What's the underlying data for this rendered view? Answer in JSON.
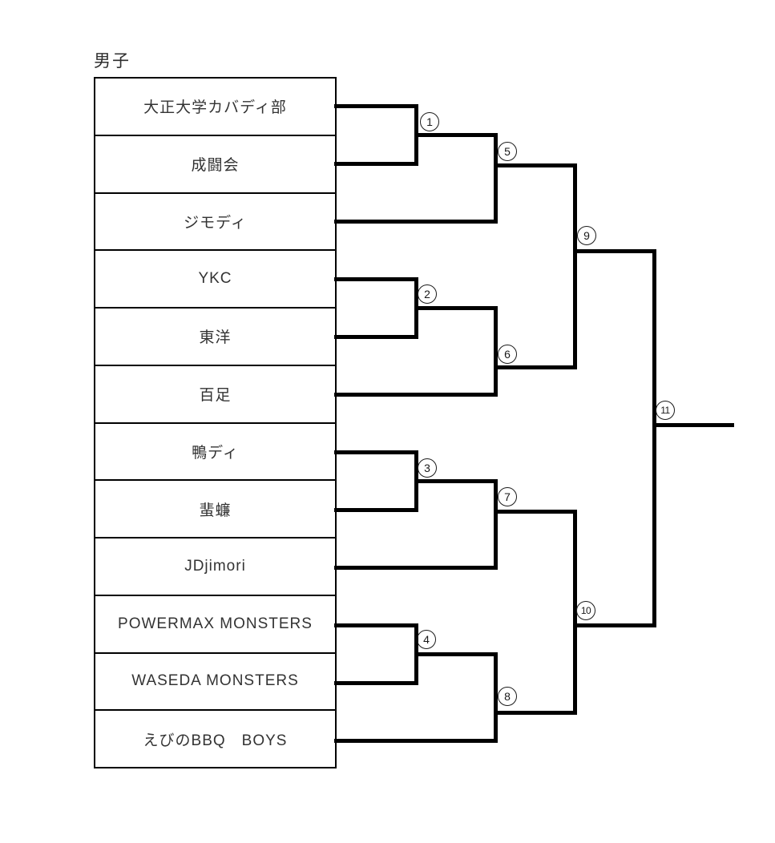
{
  "title": "男子",
  "teams": [
    "大正大学カバディ部",
    "成闘会",
    "ジモディ",
    "YKC",
    "東洋",
    "百足",
    "鴨ディ",
    "蜚蠊",
    "JDjimori",
    "POWERMAX MONSTERS",
    "WASEDA MONSTERS",
    "えびのBBQ　BOYS"
  ],
  "matches": [
    {
      "no": "1",
      "round": 1,
      "between": [
        "大正大学カバディ部",
        "成闘会"
      ]
    },
    {
      "no": "2",
      "round": 1,
      "between": [
        "YKC",
        "東洋"
      ]
    },
    {
      "no": "3",
      "round": 1,
      "between": [
        "鴨ディ",
        "蜚蠊"
      ]
    },
    {
      "no": "4",
      "round": 1,
      "between": [
        "POWERMAX MONSTERS",
        "WASEDA MONSTERS"
      ]
    },
    {
      "no": "5",
      "round": 2,
      "between": [
        "winner-1",
        "ジモディ"
      ]
    },
    {
      "no": "6",
      "round": 2,
      "between": [
        "winner-2",
        "百足"
      ]
    },
    {
      "no": "7",
      "round": 2,
      "between": [
        "winner-3",
        "JDjimori"
      ]
    },
    {
      "no": "8",
      "round": 2,
      "between": [
        "winner-4",
        "えびのBBQ　BOYS"
      ]
    },
    {
      "no": "9",
      "round": 3,
      "between": [
        "winner-5",
        "winner-6"
      ]
    },
    {
      "no": "10",
      "round": 3,
      "between": [
        "winner-7",
        "winner-8"
      ]
    },
    {
      "no": "11",
      "round": 4,
      "between": [
        "winner-9",
        "winner-10"
      ]
    }
  ],
  "colors": {
    "line": "#000000",
    "text": "#333333",
    "background": "#ffffff"
  }
}
